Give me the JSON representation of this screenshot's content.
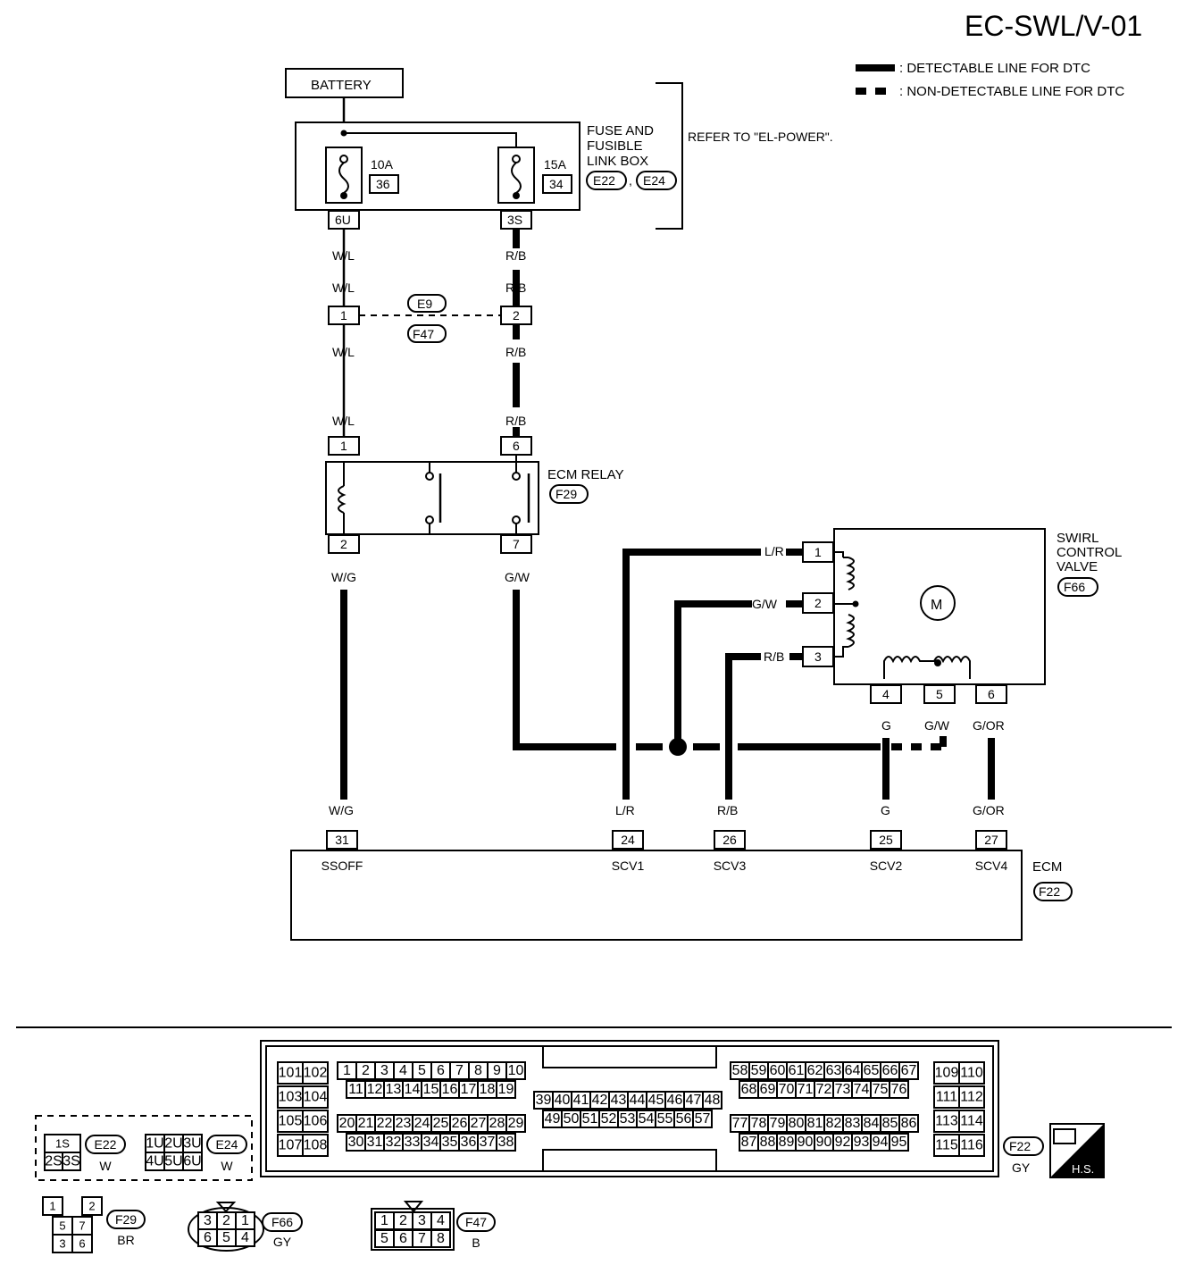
{
  "page_code": "EC-SWL/V-01",
  "legend": {
    "detectable": ": DETECTABLE LINE FOR DTC",
    "non_detectable": ": NON-DETECTABLE LINE FOR DTC"
  },
  "battery": "BATTERY",
  "fuse_box": {
    "label_1": "FUSE AND",
    "label_2": "FUSIBLE",
    "label_3": "LINK BOX",
    "conn_a": "E22",
    "conn_b": "E24",
    "comma": ",",
    "refer": "REFER TO \"EL-POWER\".",
    "fuse_left_rating": "10A",
    "fuse_left_no": "36",
    "fuse_right_rating": "15A",
    "fuse_right_no": "34",
    "pin_left": "6U",
    "pin_right": "3S"
  },
  "wires": {
    "wl_1": "W/L",
    "wl_2": "W/L",
    "wl_3": "W/L",
    "wl_4": "W/L",
    "rb_1": "R/B",
    "rb_2": "R/B",
    "rb_3": "R/B",
    "rb_4": "R/B",
    "wg_1": "W/G",
    "wg_2": "W/G",
    "gw_1": "G/W",
    "lr_valve": "L/R",
    "gw_valve": "G/W",
    "rb_valve": "R/B",
    "g_valve": "G",
    "gw_valve5": "G/W",
    "gor_valve": "G/OR",
    "lr_ecm": "L/R",
    "rb_ecm": "R/B",
    "g_ecm": "G",
    "gor_ecm": "G/OR"
  },
  "joint": {
    "top": "E9",
    "bottom": "F47",
    "pin_left": "1",
    "pin_right": "2"
  },
  "relay": {
    "label": "ECM RELAY",
    "conn": "F29",
    "pin_1": "1",
    "pin_6": "6",
    "pin_2": "2",
    "pin_7": "7"
  },
  "valve": {
    "label_1": "SWIRL",
    "label_2": "CONTROL",
    "label_3": "VALVE",
    "conn": "F66",
    "motor": "M",
    "pin_1": "1",
    "pin_2": "2",
    "pin_3": "3",
    "pin_4": "4",
    "pin_5": "5",
    "pin_6": "6"
  },
  "ecm": {
    "label": "ECM",
    "conn": "F22",
    "pins": [
      {
        "pin": "31",
        "name": "SSOFF"
      },
      {
        "pin": "24",
        "name": "SCV1"
      },
      {
        "pin": "26",
        "name": "SCV3"
      },
      {
        "pin": "25",
        "name": "SCV2"
      },
      {
        "pin": "27",
        "name": "SCV4"
      }
    ]
  },
  "connectors": {
    "e22": {
      "id": "E22",
      "color": "W",
      "pins": [
        "1S",
        "2S",
        "3S"
      ]
    },
    "e24": {
      "id": "E24",
      "color": "W",
      "pins": [
        "1U",
        "2U",
        "3U",
        "4U",
        "5U",
        "6U"
      ]
    },
    "f22": {
      "id": "F22",
      "color": "GY",
      "g1": [
        "101",
        "102",
        "103",
        "104",
        "105",
        "106",
        "107",
        "108"
      ],
      "g2_top": [
        "1",
        "2",
        "3",
        "4",
        "5",
        "6",
        "7",
        "8",
        "9",
        "10"
      ],
      "g2_mid": [
        "11",
        "12",
        "13",
        "14",
        "15",
        "16",
        "17",
        "18",
        "19"
      ],
      "g2_low": [
        "20",
        "21",
        "22",
        "23",
        "24",
        "25",
        "26",
        "27",
        "28",
        "29"
      ],
      "g2_bot": [
        "30",
        "31",
        "32",
        "33",
        "34",
        "35",
        "36",
        "37",
        "38"
      ],
      "g3_top": [
        "39",
        "40",
        "41",
        "42",
        "43",
        "44",
        "45",
        "46",
        "47",
        "48"
      ],
      "g3_bot": [
        "49",
        "50",
        "51",
        "52",
        "53",
        "54",
        "55",
        "56",
        "57"
      ],
      "g4_top": [
        "58",
        "59",
        "60",
        "61",
        "62",
        "63",
        "64",
        "65",
        "66",
        "67"
      ],
      "g4_mid": [
        "68",
        "69",
        "70",
        "71",
        "72",
        "73",
        "74",
        "75",
        "76"
      ],
      "g4_low": [
        "77",
        "78",
        "79",
        "80",
        "81",
        "82",
        "83",
        "84",
        "85",
        "86"
      ],
      "g4_bot": [
        "87",
        "88",
        "89",
        "90",
        "90",
        "92",
        "93",
        "94",
        "95"
      ],
      "g5": [
        "109",
        "110",
        "111",
        "112",
        "113",
        "114",
        "115",
        "116"
      ]
    },
    "f29": {
      "id": "F29",
      "color": "BR",
      "pins": [
        "1",
        "2",
        "5",
        "7",
        "3",
        "6"
      ]
    },
    "f66": {
      "id": "F66",
      "color": "GY",
      "pins": [
        "3",
        "2",
        "1",
        "6",
        "5",
        "4"
      ]
    },
    "f47": {
      "id": "F47",
      "color": "B",
      "pins": [
        "1",
        "2",
        "3",
        "4",
        "5",
        "6",
        "7",
        "8"
      ]
    },
    "hs": "H.S."
  }
}
